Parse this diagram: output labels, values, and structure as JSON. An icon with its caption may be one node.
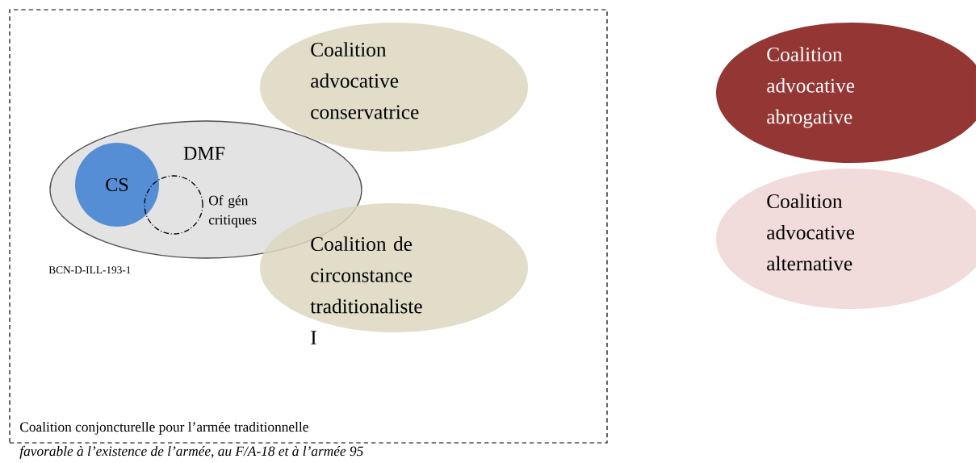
{
  "diagram": {
    "nodes": [
      {
        "text": [
          "Coalition conjoncturelle pour l’armée traditionnelle"
        ],
        "beside": [
          "favorable à l’existence de l’armée, au F/A-18 et à l’armée 95"
        ]
      },
      {
        "text": [
          "Coalition advocative conservatrice"
        ],
        "in": 0
      },
      {
        "text": [
          "DMF"
        ],
        "in": 0
      },
      {
        "text": [
          "CS"
        ],
        "in": 2
      },
      {
        "text": [
          "Of gén critiques"
        ],
        "in": 2
      },
      {
        "text": [
          "Coalition de circonstance traditionaliste I"
        ],
        "in": 0
      },
      {
        "text": [
          "Coalition advocative abrogative"
        ]
      },
      {
        "text": [
          "Coalition advocative alternative"
        ]
      }
    ],
    "labels": [
      "BCN-D-ILL-193-1"
    ]
  }
}
